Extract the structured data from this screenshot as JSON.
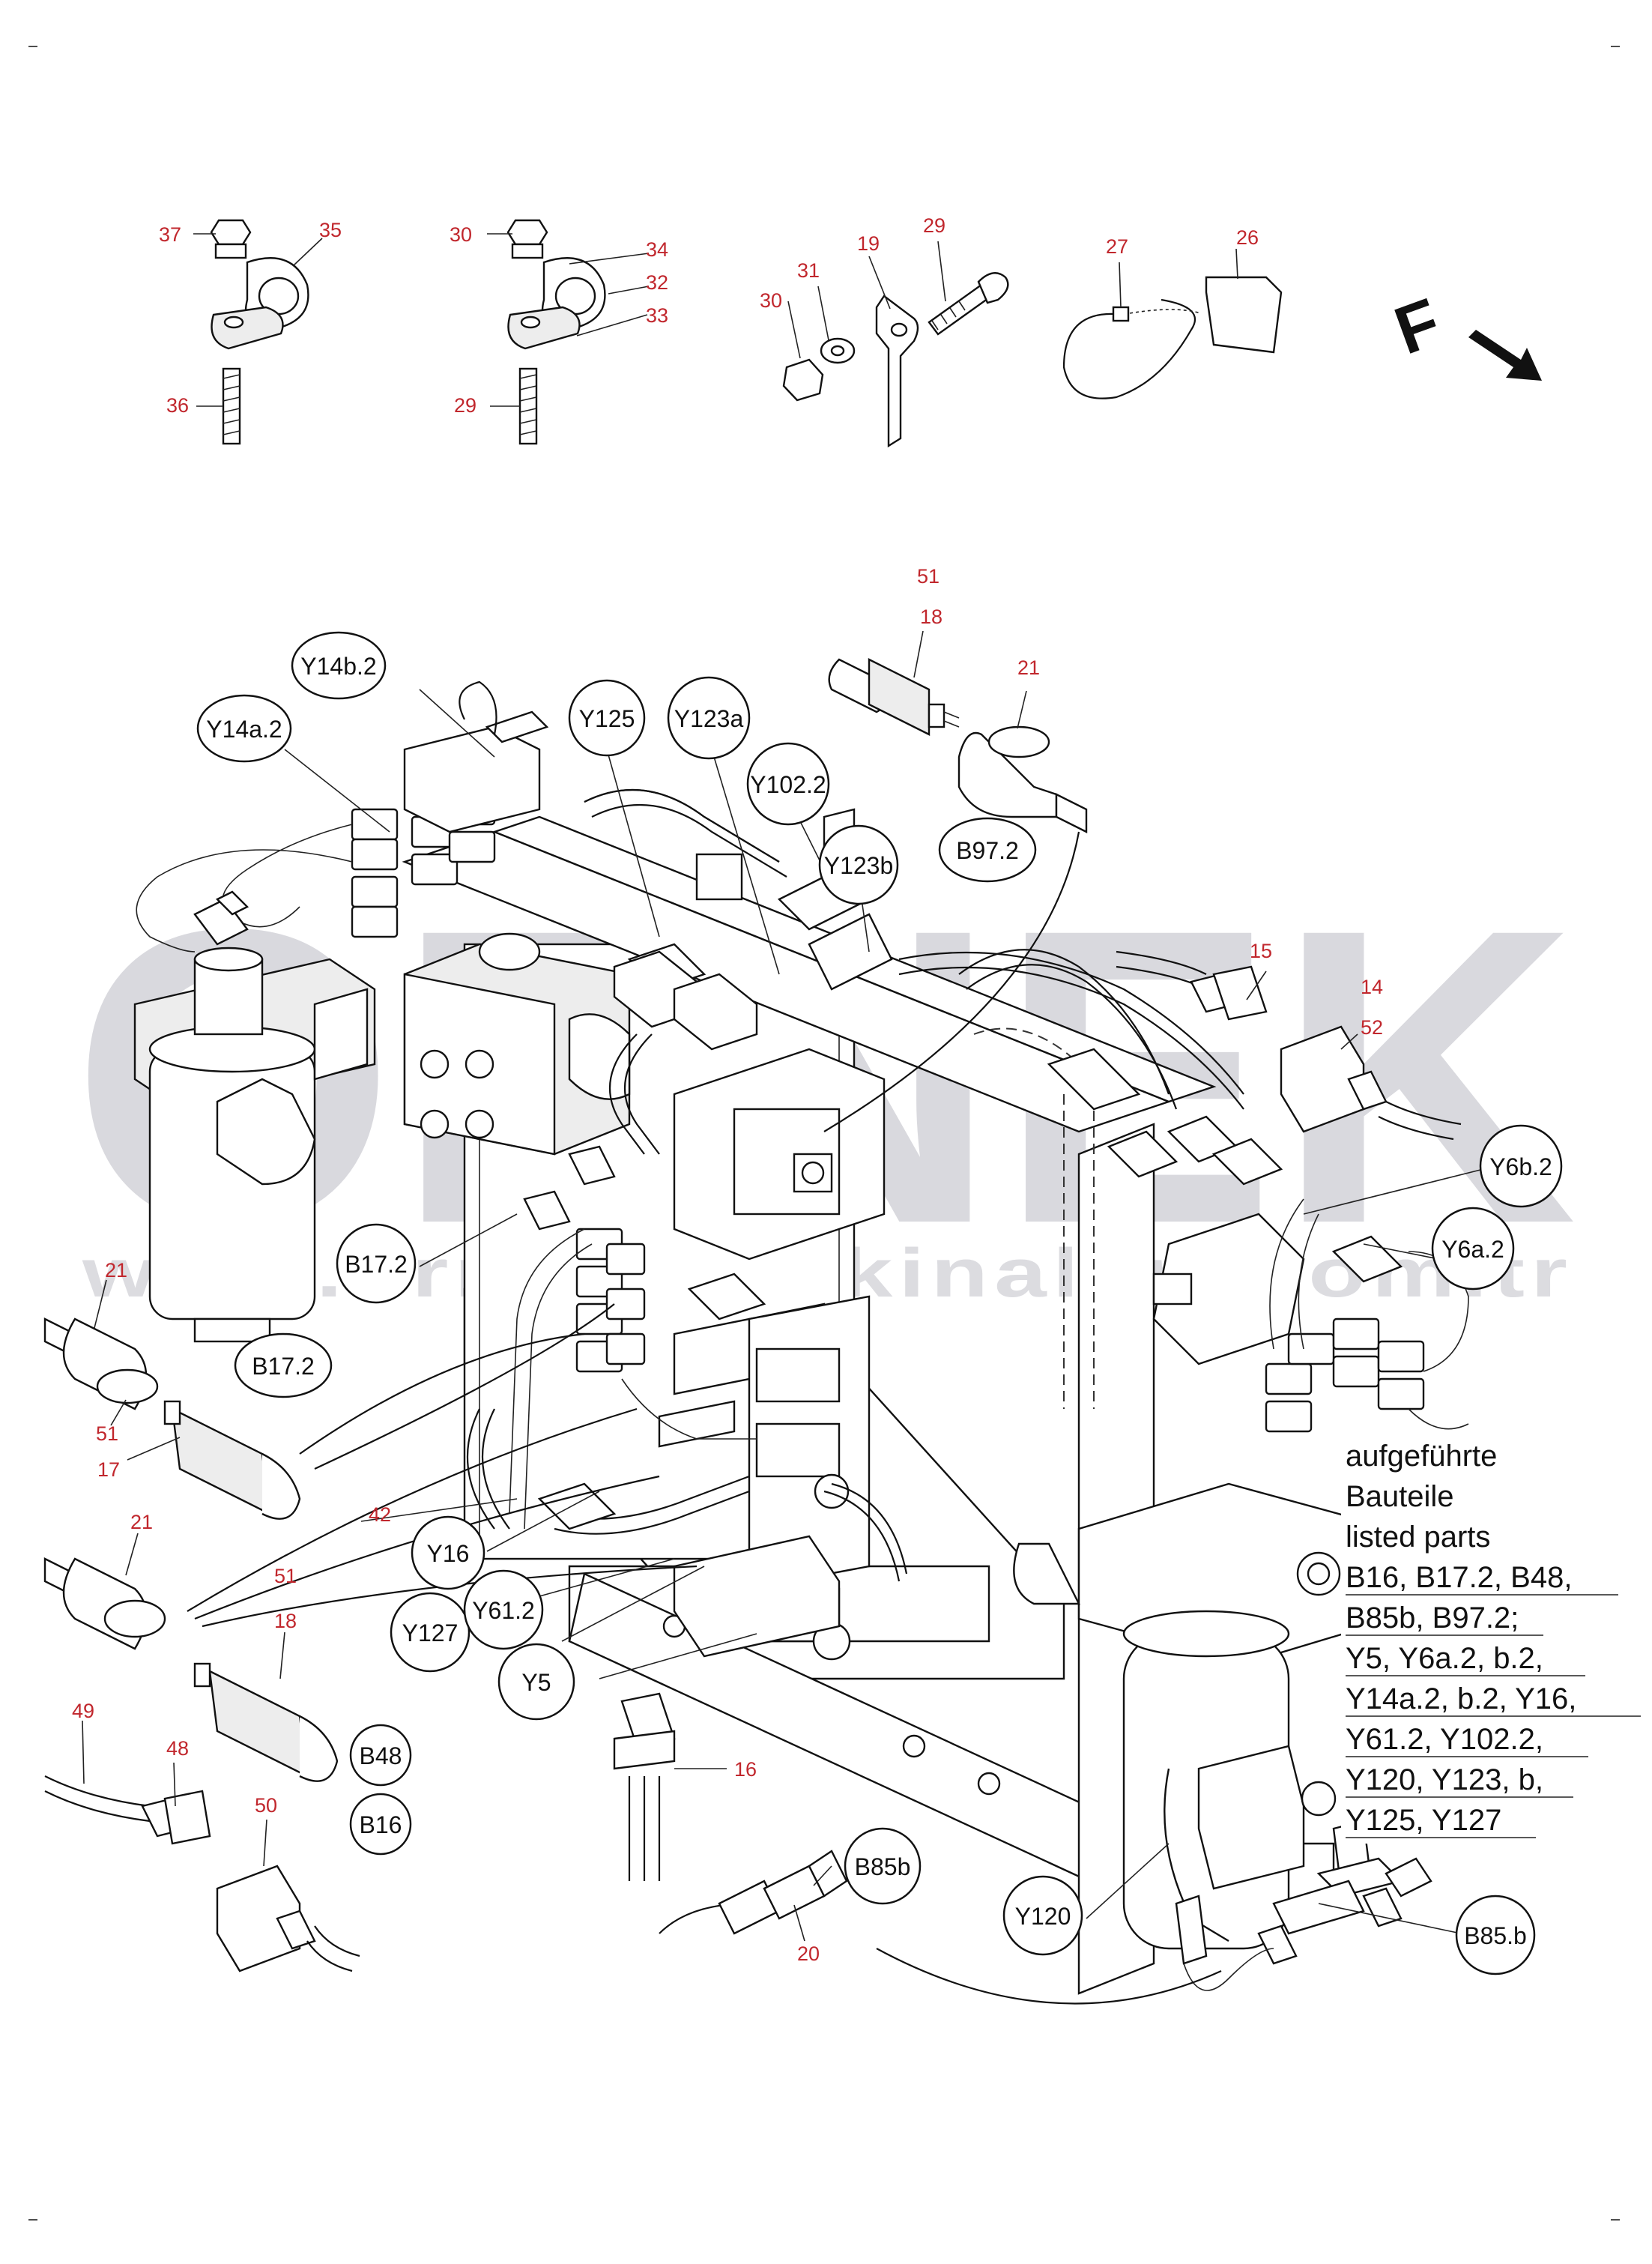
{
  "watermark": {
    "brand": "ORNEK",
    "url": "www.orneksmakinalari.com.tr",
    "color": "#d9d9de"
  },
  "colors": {
    "callout_number": "#c1272d",
    "line": "#111111",
    "background": "#ffffff"
  },
  "direction_indicator": {
    "letter": "F",
    "icon": "arrow-down-right-icon"
  },
  "callout_numbers": {
    "n37": "37",
    "n35": "35",
    "n36": "36",
    "n30a": "30",
    "n34": "34",
    "n32": "32",
    "n33": "33",
    "n29a": "29",
    "n30b": "30",
    "n31": "31",
    "n19": "19",
    "n29b": "29",
    "n27": "27",
    "n26": "26",
    "n51a": "51",
    "n18a": "18",
    "n21a": "21",
    "n15": "15",
    "n14": "14",
    "n52": "52",
    "n21b": "21",
    "n51b": "51",
    "n17": "17",
    "n21c": "21",
    "n42": "42",
    "n51c": "51",
    "n18b": "18",
    "n49": "49",
    "n48": "48",
    "n50": "50",
    "n16": "16",
    "n20": "20"
  },
  "component_labels": {
    "y14b2": "Y14b.2",
    "y14a2": "Y14a.2",
    "y125": "Y125",
    "y123a": "Y123a",
    "y1022": "Y102.2",
    "y123b": "Y123b",
    "b972": "B97.2",
    "y6b2": "Y6b.2",
    "y6a2": "Y6a.2",
    "b172a": "B17.2",
    "b172b": "B17.2",
    "y16": "Y16",
    "y127": "Y127",
    "y612": "Y61.2",
    "y5": "Y5",
    "b48": "B48",
    "b16": "B16",
    "b85b": "B85b",
    "y120": "Y120",
    "b85dotb": "B85.b"
  },
  "legend": {
    "line1": "aufgeführte",
    "line2": "Bauteile",
    "line3": "listed parts",
    "line4": "B16, B17.2, B48,",
    "line5": "B85b, B97.2;",
    "line6": "Y5, Y6a.2, b.2,",
    "line7": "Y14a.2, b.2, Y16,",
    "line8": "Y61.2, Y102.2,",
    "line9": "Y120, Y123, b,",
    "line10": "Y125, Y127"
  }
}
